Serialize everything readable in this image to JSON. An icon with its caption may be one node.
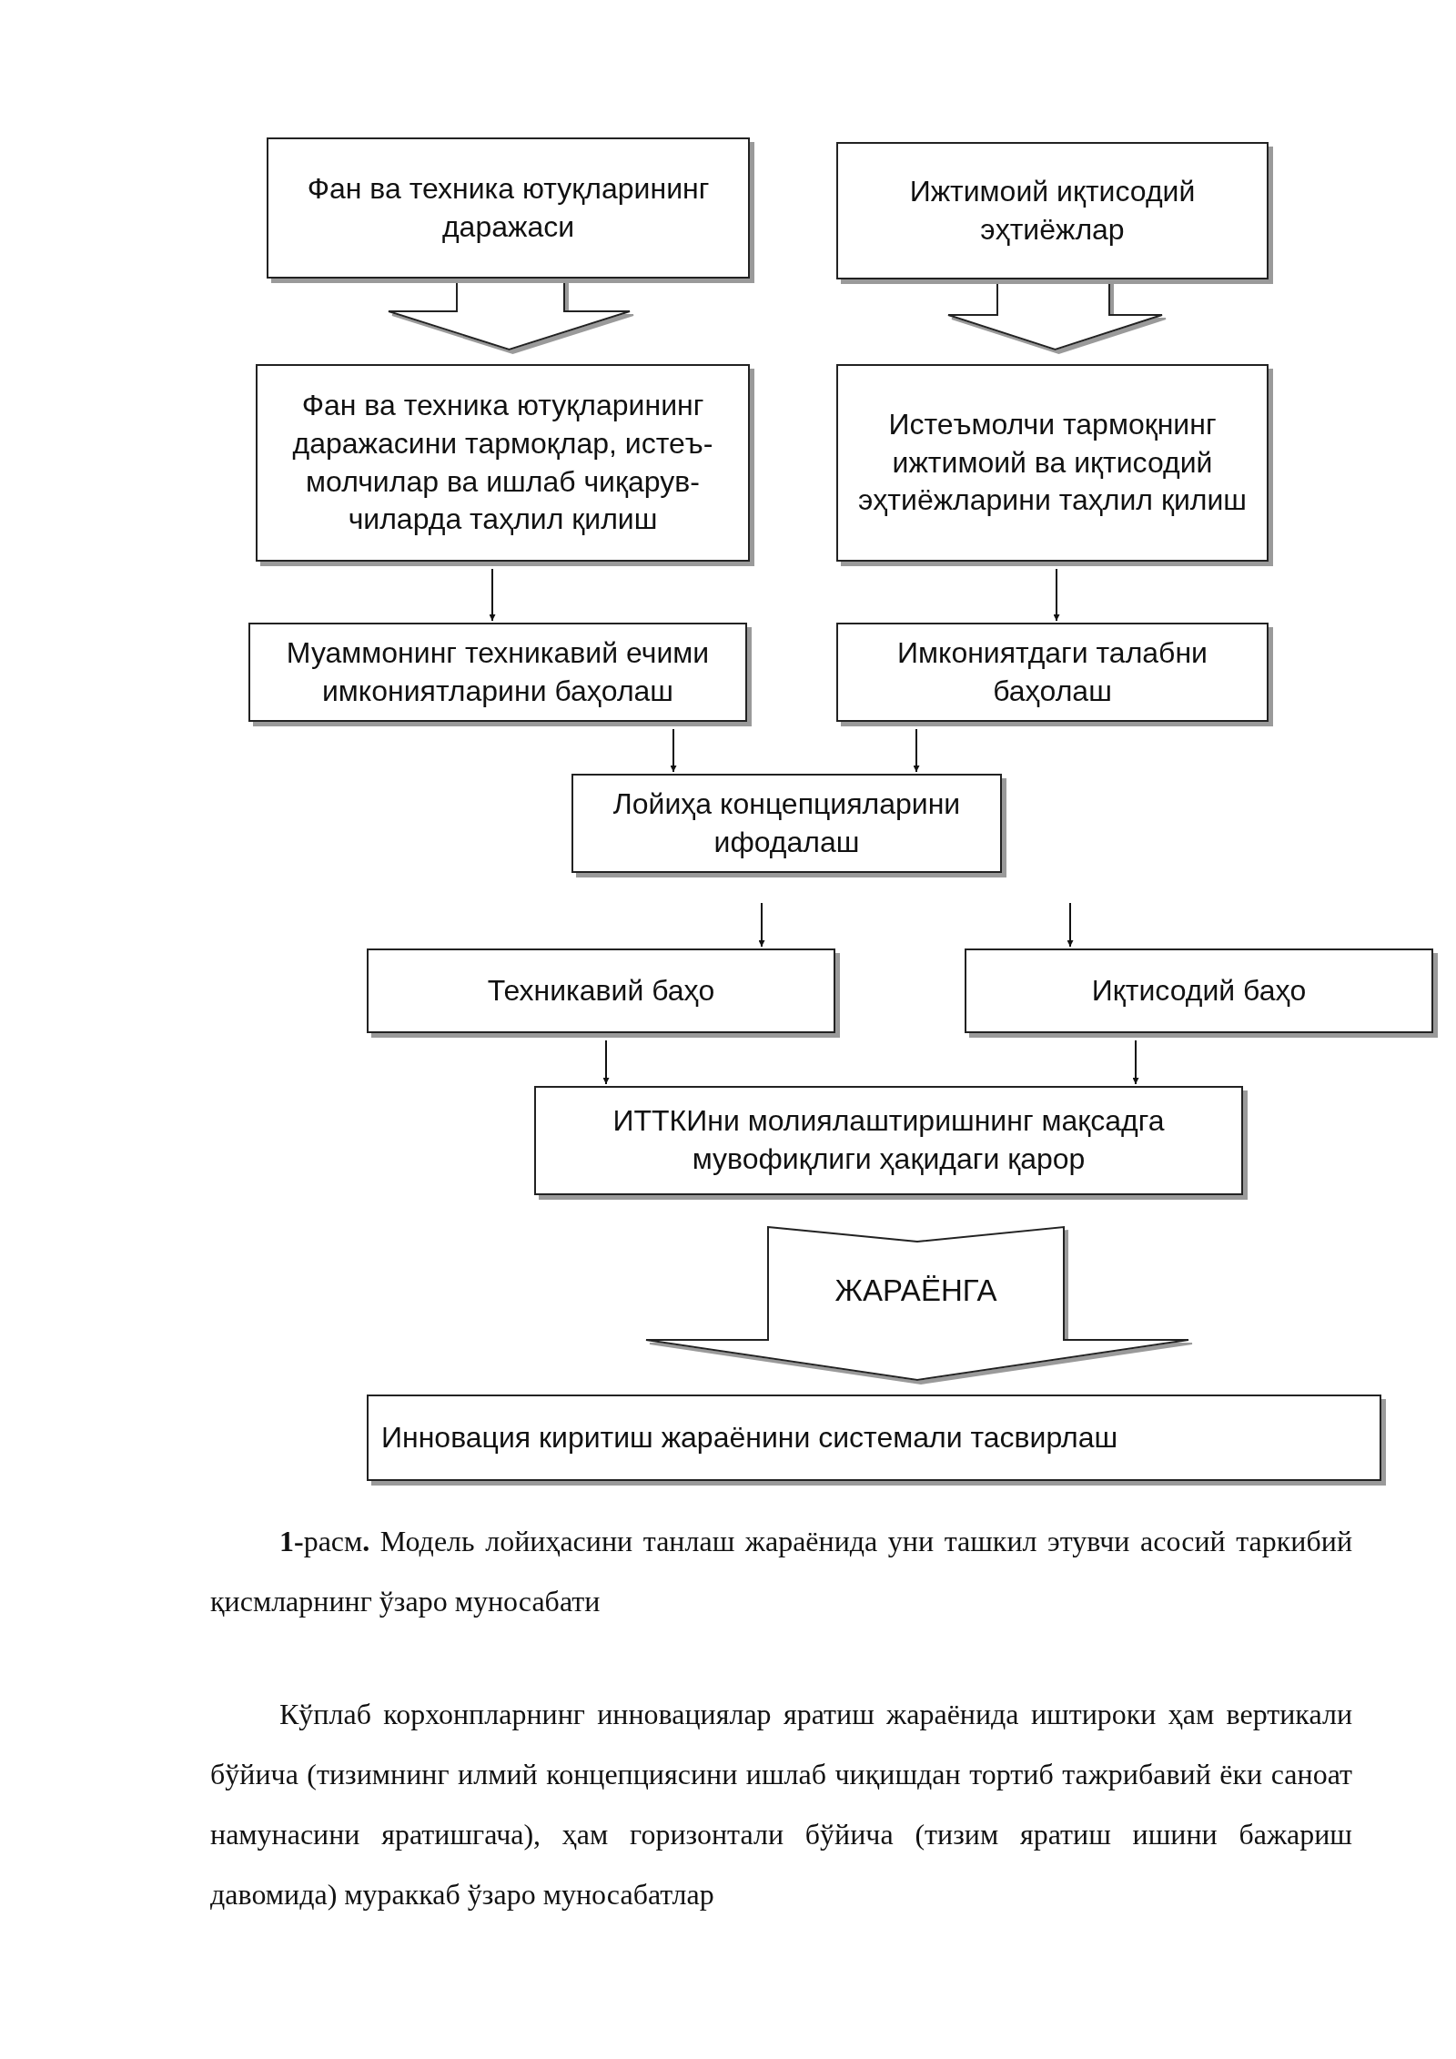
{
  "diagram": {
    "caption": "**1-**расм**.** Модель лойиҳасини танлаш жараёнида уни ташкил этувчи асосий таркибий қисмларнинг ўзаро муносабати",
    "nodes": [
      {
        "text": [
          "Фан ва техника ютуқларининг даражаси"
        ]
      },
      {
        "text": [
          "Ижтимоий иқтисодий эҳтиёжлар"
        ]
      },
      {
        "text": [
          "Фан ва техника ютуқларининг даражасини тармоқлар, истеъ-молчилар ва ишлаб чиқарув-чиларда таҳлил қилиш"
        ]
      },
      {
        "text": [
          "Истеъмолчи тармоқнинг ижтимоий ва иқтисодий эҳтиёжларини таҳлил қилиш"
        ]
      },
      {
        "text": [
          "Муаммонинг техникавий ечими имкониятларини баҳолаш"
        ]
      },
      {
        "text": [
          "Имкониятдаги талабни баҳолаш"
        ]
      },
      {
        "text": [
          "Лойиҳа концепцияларини ифодалаш"
        ]
      },
      {
        "text": [
          "Техникавий баҳо"
        ]
      },
      {
        "text": [
          "Иқтисодий баҳо"
        ]
      },
      {
        "text": [
          "ИТТКИни молиялаштиришнинг мақсадга мувофиқлиги ҳақидаги қарор"
        ]
      },
      {
        "text": [
          "Инновация киритиш жараёнини системали тасвирлаш"
        ]
      }
    ],
    "edges": [
      {
        "from": 0,
        "to": 2,
        "arrow": "to",
        "style": "thick"
      },
      {
        "from": 1,
        "to": 3,
        "arrow": "to",
        "style": "thick"
      },
      {
        "from": 2,
        "to": 4,
        "arrow": "to"
      },
      {
        "from": 3,
        "to": 5,
        "arrow": "to"
      },
      {
        "from": 4,
        "to": 6,
        "arrow": "to"
      },
      {
        "from": 5,
        "to": 6,
        "arrow": "to"
      },
      {
        "from": null,
        "to": 7,
        "arrow": "to"
      },
      {
        "from": null,
        "to": 8,
        "arrow": "to"
      },
      {
        "from": 7,
        "to": 9,
        "arrow": "to"
      },
      {
        "from": 8,
        "to": 9,
        "arrow": "to"
      },
      {
        "from": 9,
        "to": 10,
        "arrow": "to",
        "style": "thick",
        "label": "ЖАРАЁНГА"
      }
    ],
    "labels": [
      "Кўплаб корхонпларнинг инновациялар яратиш жараёнида иштироки ҳам вертикали бўйича (тизимнинг илмий концепциясини ишлаб чиқишдан тортиб тажрибавий ёки саноат намунасини яратишгача), ҳам горизонтали бўйича (тизим яратиш ишини бажариш давомида) мураккаб ўзаро муносабатлар"
    ]
  }
}
